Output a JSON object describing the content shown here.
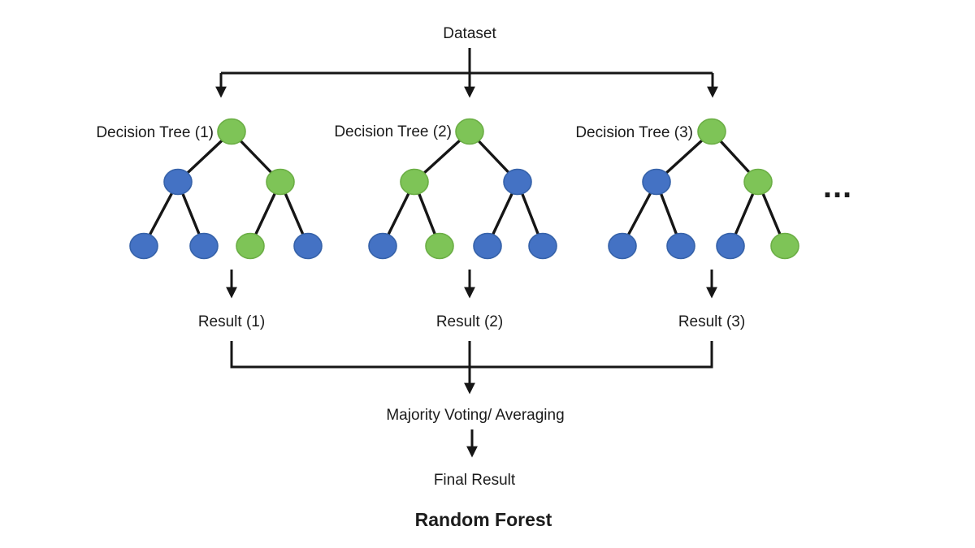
{
  "title": "Random Forest",
  "colors": {
    "green": "#7EC457",
    "green_border": "#6BAE45",
    "blue": "#4472C4",
    "blue_border": "#3662A9",
    "line": "#161616",
    "ink": "#1b1b1b"
  },
  "diagram": {
    "dataset_label": "Dataset",
    "ellipsis": "...",
    "trees": [
      {
        "label": "Decision Tree (1)",
        "result_label": "Result (1)",
        "nodes": [
          "green",
          "blue",
          "green",
          "blue",
          "blue",
          "green",
          "blue"
        ]
      },
      {
        "label": "Decision Tree (2)",
        "result_label": "Result (2)",
        "nodes": [
          "green",
          "green",
          "blue",
          "blue",
          "green",
          "blue",
          "blue"
        ]
      },
      {
        "label": "Decision Tree (3)",
        "result_label": "Result (3)",
        "nodes": [
          "green",
          "blue",
          "green",
          "blue",
          "blue",
          "blue",
          "green"
        ]
      }
    ],
    "aggregation_label": "Majority Voting/ Averaging",
    "final_label": "Final Result"
  }
}
